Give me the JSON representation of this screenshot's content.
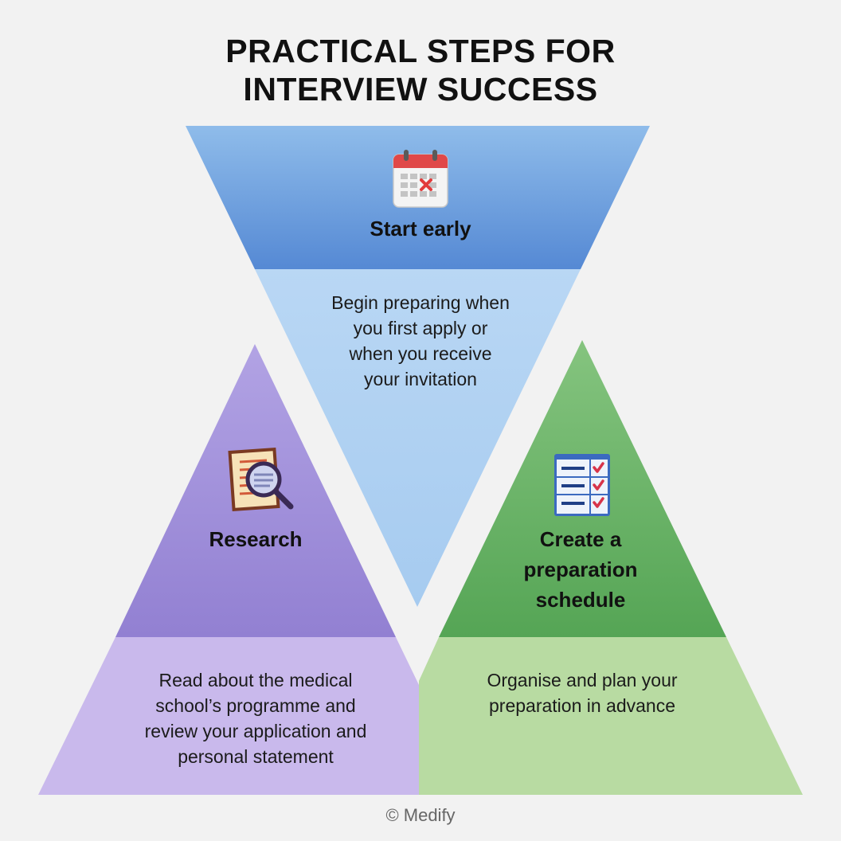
{
  "title": {
    "line1": "PRACTICAL STEPS FOR",
    "line2": "INTERVIEW SUCCESS"
  },
  "steps": [
    {
      "heading": "Start early",
      "icon": "calendar-icon",
      "description": [
        "Begin preparing when",
        "you first apply or",
        "when you receive",
        "your invitation"
      ],
      "colors": {
        "top": "#8fbcea",
        "top_dark": "#5589d4",
        "bottom": "#b4d3f3"
      }
    },
    {
      "heading": "Research",
      "icon": "magnifier-document-icon",
      "description": [
        "Read about the medical",
        "school’s programme and",
        "review your application and",
        "personal statement"
      ],
      "colors": {
        "top": "#ac9de2",
        "top_dark": "#9380d3",
        "bottom": "#c9b9ec"
      }
    },
    {
      "heading": [
        "Create a",
        "preparation",
        "schedule"
      ],
      "icon": "checklist-icon",
      "description": [
        "Organise and plan your",
        "preparation in advance"
      ],
      "colors": {
        "top": "#7fc07a",
        "top_dark": "#56a556",
        "bottom": "#b8dba2"
      }
    }
  ],
  "footer": "© Medify"
}
